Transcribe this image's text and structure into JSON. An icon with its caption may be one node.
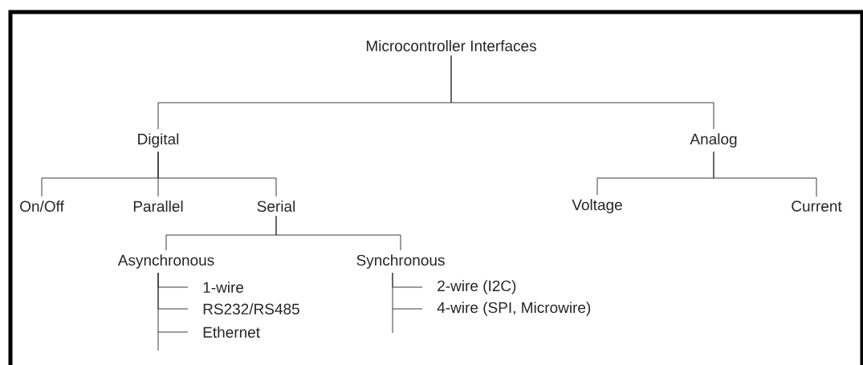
{
  "diagram": {
    "nodes": [
      {
        "text": [
          "Microcontroller Interfaces"
        ]
      },
      {
        "text": [
          "Digital"
        ]
      },
      {
        "text": [
          "Analog"
        ]
      },
      {
        "text": [
          "On/Off"
        ]
      },
      {
        "text": [
          "Parallel"
        ]
      },
      {
        "text": [
          "Serial"
        ]
      },
      {
        "text": [
          "Voltage"
        ]
      },
      {
        "text": [
          "Current"
        ]
      },
      {
        "text": [
          "Asynchronous"
        ]
      },
      {
        "text": [
          "Synchronous"
        ]
      },
      {
        "text": [
          "1-wire"
        ]
      },
      {
        "text": [
          "RS232/RS485"
        ]
      },
      {
        "text": [
          "Ethernet"
        ]
      },
      {
        "text": [
          "2-wire (I2C)"
        ]
      },
      {
        "text": [
          "4-wire (SPI, Microwire)"
        ]
      }
    ],
    "edges": [
      {
        "from": 0,
        "to": 1,
        "arrow": "none"
      },
      {
        "from": 0,
        "to": 2,
        "arrow": "none"
      },
      {
        "from": 1,
        "to": 3,
        "arrow": "none"
      },
      {
        "from": 1,
        "to": 4,
        "arrow": "none"
      },
      {
        "from": 1,
        "to": 5,
        "arrow": "none"
      },
      {
        "from": 2,
        "to": 6,
        "arrow": "none"
      },
      {
        "from": 2,
        "to": 7,
        "arrow": "none"
      },
      {
        "from": 5,
        "to": 8,
        "arrow": "none"
      },
      {
        "from": 5,
        "to": 9,
        "arrow": "none"
      },
      {
        "from": 8,
        "to": 10,
        "arrow": "none"
      },
      {
        "from": 8,
        "to": 11,
        "arrow": "none"
      },
      {
        "from": 8,
        "to": 12,
        "arrow": "none"
      },
      {
        "from": 9,
        "to": 13,
        "arrow": "none"
      },
      {
        "from": 9,
        "to": 14,
        "arrow": "none"
      }
    ]
  }
}
